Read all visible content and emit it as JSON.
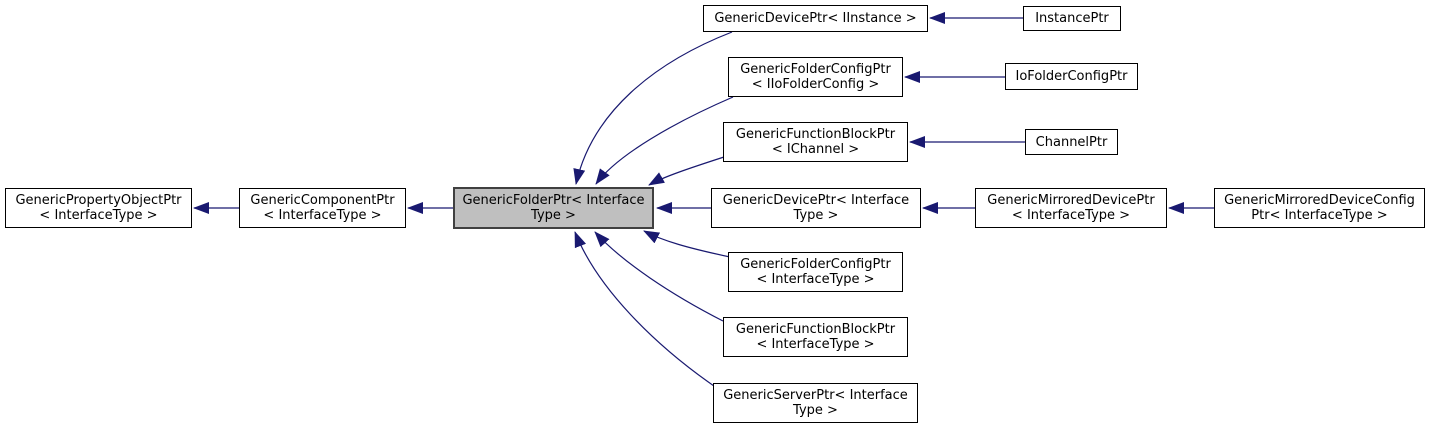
{
  "diagram": {
    "type": "class-inheritance-graph",
    "colors": {
      "edge": "#191970",
      "node_background": "#ffffff",
      "node_border": "#000000",
      "selected_background": "#bfbfbf",
      "selected_border": "#404040"
    },
    "nodes": {
      "generic_property_object_ptr": {
        "lines": [
          "GenericPropertyObjectPtr",
          "< InterfaceType >"
        ]
      },
      "generic_component_ptr": {
        "lines": [
          "GenericComponentPtr",
          "< InterfaceType >"
        ]
      },
      "generic_folder_ptr": {
        "lines": [
          "GenericFolderPtr< Interface",
          "Type >"
        ],
        "selected": true
      },
      "generic_device_ptr_iinstance": {
        "lines": [
          "GenericDevicePtr< IInstance >"
        ]
      },
      "instance_ptr": {
        "lines": [
          "InstancePtr"
        ]
      },
      "generic_folder_config_ptr_iiofolderconfig": {
        "lines": [
          "GenericFolderConfigPtr",
          "< IIoFolderConfig >"
        ]
      },
      "io_folder_config_ptr": {
        "lines": [
          "IoFolderConfigPtr"
        ]
      },
      "generic_function_block_ptr_ichannel": {
        "lines": [
          "GenericFunctionBlockPtr",
          "< IChannel >"
        ]
      },
      "channel_ptr": {
        "lines": [
          "ChannelPtr"
        ]
      },
      "generic_device_ptr_interfacetype": {
        "lines": [
          "GenericDevicePtr< Interface",
          "Type >"
        ]
      },
      "generic_mirrored_device_ptr": {
        "lines": [
          "GenericMirroredDevicePtr",
          "< InterfaceType >"
        ]
      },
      "generic_mirrored_device_config_ptr": {
        "lines": [
          "GenericMirroredDeviceConfig",
          "Ptr< InterfaceType >"
        ]
      },
      "generic_folder_config_ptr_interfacetype": {
        "lines": [
          "GenericFolderConfigPtr",
          "< InterfaceType >"
        ]
      },
      "generic_function_block_ptr_interfacetype": {
        "lines": [
          "GenericFunctionBlockPtr",
          "< InterfaceType >"
        ]
      },
      "generic_server_ptr": {
        "lines": [
          "GenericServerPtr< Interface",
          "Type >"
        ]
      }
    }
  }
}
